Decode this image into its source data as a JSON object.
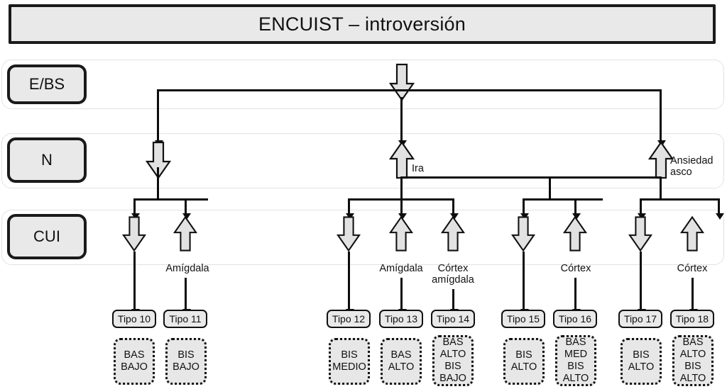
{
  "title": "ENCUIST – introversión",
  "levels": [
    {
      "key": "ebs",
      "label": "E/BS"
    },
    {
      "key": "n",
      "label": "N"
    },
    {
      "key": "cui",
      "label": "CUI"
    }
  ],
  "n_annotations": [
    {
      "key": "ira",
      "text": "Ira"
    },
    {
      "key": "ansiedad",
      "text": "Ansiedad\nasco"
    }
  ],
  "cui_annotations": [
    {
      "key": "amigdala-1",
      "text": "Amígdala"
    },
    {
      "key": "amigdala-2",
      "text": "Amígdala"
    },
    {
      "key": "cortex-amigdala",
      "text": "Córtex\namígdala"
    },
    {
      "key": "cortex-1",
      "text": "Córtex"
    },
    {
      "key": "cortex-2",
      "text": "Córtex"
    }
  ],
  "tipos": [
    {
      "id": "10",
      "label": "Tipo 10",
      "value": "BAS\nBAJO",
      "direction": "down"
    },
    {
      "id": "11",
      "label": "Tipo 11",
      "value": "BIS\nBAJO",
      "direction": "up"
    },
    {
      "id": "12",
      "label": "Tipo 12",
      "value": "BIS\nMEDIO",
      "direction": "down"
    },
    {
      "id": "13",
      "label": "Tipo 13",
      "value": "BAS\nALTO",
      "direction": "up"
    },
    {
      "id": "14",
      "label": "Tipo 14",
      "value": "BAS\nALTO\nBIS\nBAJO",
      "direction": "up"
    },
    {
      "id": "15",
      "label": "Tipo 15",
      "value": "BIS\nALTO",
      "direction": "down"
    },
    {
      "id": "16",
      "label": "Tipo 16",
      "value": "BAS\nMED\nBIS\nALTO",
      "direction": "up"
    },
    {
      "id": "17",
      "label": "Tipo 17",
      "value": "BIS\nALTO",
      "direction": "down"
    },
    {
      "id": "18",
      "label": "Tipo 18",
      "value": "BAS\nALTO\nBIS\nALTO",
      "direction": "up"
    }
  ],
  "colors": {
    "arrow_fill": "#e2e2e2",
    "arrow_stroke": "#111111",
    "box_fill": "#e9e9e9",
    "box_stroke": "#1a1a1a",
    "line": "#0d0d0d",
    "band_stroke": "#e2e2e2"
  }
}
